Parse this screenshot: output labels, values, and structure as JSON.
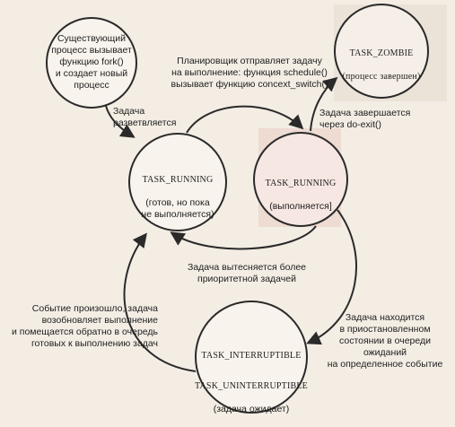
{
  "nodes": {
    "existing_process": "Существующий\nпроцесс вызывает\nфункцию fork()\nи создает новый\nпроцесс",
    "zombie_name": "TASK_ZOMBIE",
    "zombie_desc": "(процесс завершен)",
    "ready_name": "TASK_RUNNING",
    "ready_desc": "(готов, но пока\nне выполняется)",
    "running_name": "TASK_RUNNING",
    "running_desc": "(выполняется]",
    "wait_name1": "TASK_INTERRUPTIBLE",
    "wait_name2": "TASK_UNINTERRUPTIBLE",
    "wait_desc": "(задача ожидает)"
  },
  "edges": {
    "fork": "Задача\nразветвляется",
    "schedule": "Планировщик отправляет задачу\nна выполнение: функция schedule()\nвызывает функцию concext_switch()",
    "exit": "Задача завершается\nчерез do-exit()",
    "preempt": "Задача вытесняется более\nприоритетной задачей",
    "wakeup": "Событие произошло, задача\nвозобновляет выполнение\nи помещается обратно в очередь\nготовых к выполнению задач",
    "sleep": "Задача находится\nв приостановленном\nсостоянии в очереди ожиданий\nна определенное событие"
  },
  "colors": {
    "background": "#f3ede4",
    "circle_stroke": "#2a2a2a",
    "arrow": "#2a2a2a",
    "shade_top": "#e6dcd0",
    "shade_running": "#f0d9d3"
  }
}
